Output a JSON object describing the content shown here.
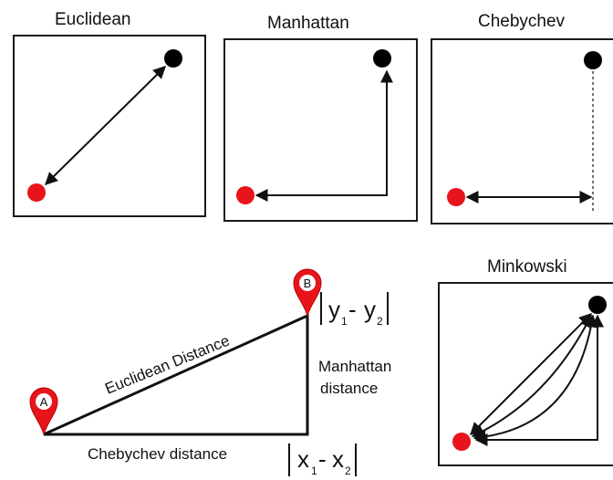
{
  "panels": {
    "euclidean": {
      "title": "Euclidean"
    },
    "manhattan": {
      "title": "Manhattan"
    },
    "chebychev": {
      "title": "Chebychev"
    },
    "minkowski": {
      "title": "Minkowski"
    }
  },
  "triangle": {
    "point_a": "A",
    "point_b": "B",
    "hypotenuse_label": "Euclidean Distance",
    "vertical_label_line1": "Manhattan",
    "vertical_label_line2": "distance",
    "horizontal_label": "Chebychev distance",
    "y_expr": {
      "var1": "y",
      "sub1": "1",
      "op": "-",
      "var2": "y",
      "sub2": "2"
    },
    "x_expr": {
      "var1": "x",
      "sub1": "1",
      "op": "-",
      "var2": "x",
      "sub2": "2"
    }
  },
  "colors": {
    "point_a": "#e8141c",
    "point_b": "#000000",
    "pin": "#e8141c",
    "line": "#111111"
  }
}
